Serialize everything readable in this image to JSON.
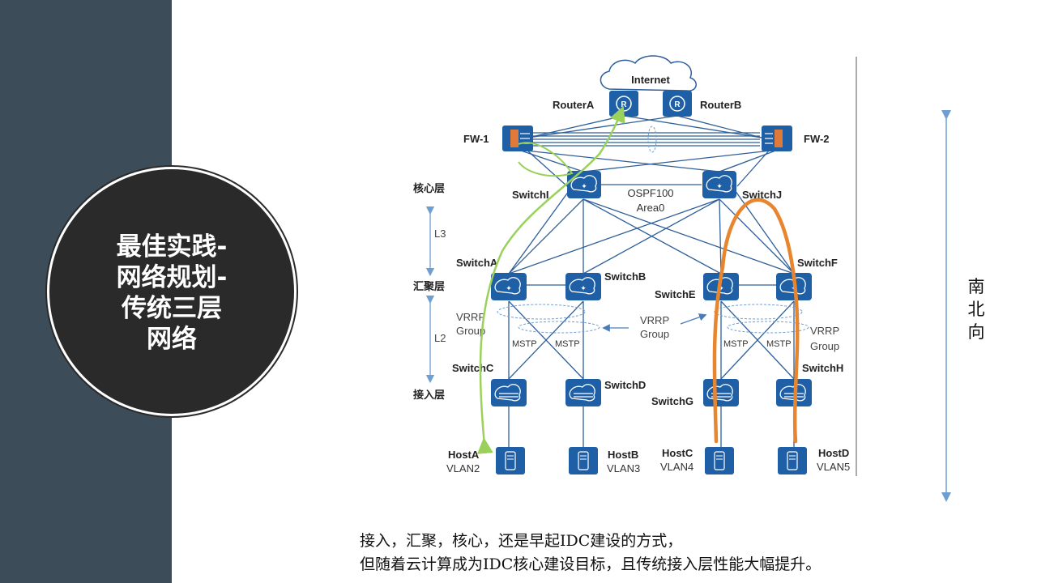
{
  "slide": {
    "title_lines": [
      "最佳实践-",
      "网络规划-",
      "传统三层",
      "网络"
    ],
    "direction_label": [
      "南",
      "北",
      "向"
    ],
    "caption_lines": [
      "接入，汇聚，核心，还是早起IDC建设的方式，",
      "但随着云计算成为IDC核心建设目标，且传统接入层性能大幅提升。"
    ]
  },
  "diagram": {
    "cloud": "Internet",
    "routers": [
      "RouterA",
      "RouterB"
    ],
    "firewalls": [
      "FW-1",
      "FW-2"
    ],
    "core_switches": [
      "SwitchI",
      "SwitchJ"
    ],
    "core_protocol": [
      "OSPF100",
      "Area0"
    ],
    "agg_switches": [
      "SwitchA",
      "SwitchB",
      "SwitchE",
      "SwitchF"
    ],
    "access_switches": [
      "SwitchC",
      "SwitchD",
      "SwitchG",
      "SwitchH"
    ],
    "hosts": [
      {
        "name": "HostA",
        "vlan": "VLAN2"
      },
      {
        "name": "HostB",
        "vlan": "VLAN3"
      },
      {
        "name": "HostC",
        "vlan": "VLAN4"
      },
      {
        "name": "HostD",
        "vlan": "VLAN5"
      }
    ],
    "layer_labels": {
      "core": "核心层",
      "aggregation": "汇聚层",
      "access": "接入层"
    },
    "layer_gaps": {
      "l3": "L3",
      "l2": "L2"
    },
    "vrrp": [
      "VRRP",
      "Group"
    ],
    "mstp": "MSTP",
    "colors": {
      "node": "#1f5fa6",
      "link": "#2e5f9a",
      "green_path": "#9bd15a",
      "orange_path": "#e8862f",
      "sidebar": "#3d4c59"
    }
  }
}
